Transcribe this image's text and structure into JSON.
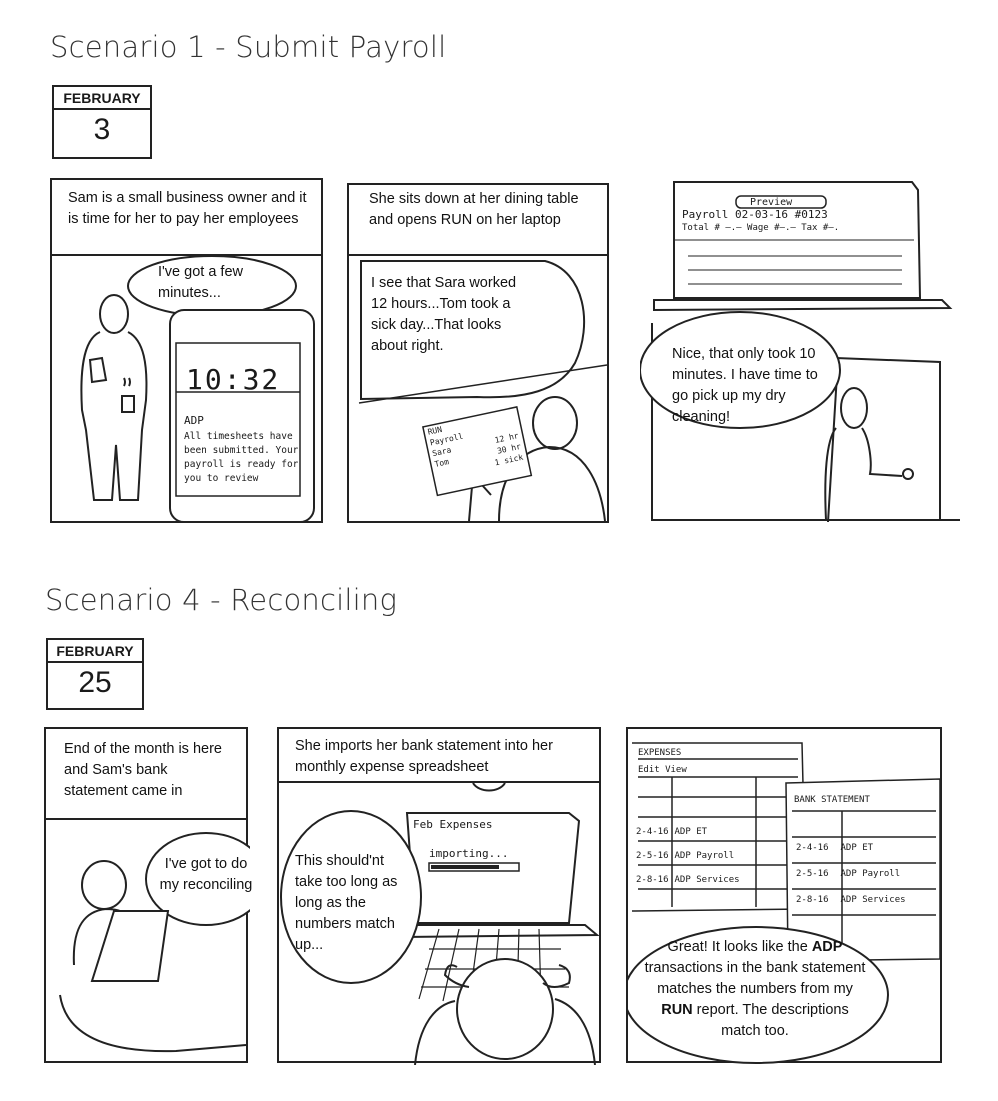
{
  "scenario1": {
    "title": "Scenario 1 - Submit Payroll",
    "calendar": {
      "month": "FEBRUARY",
      "day": "3"
    },
    "panel1": {
      "caption": "Sam is a small business owner and it is time for her to pay her employees",
      "bubble": "I've got a few minutes...",
      "phone": {
        "time": "10:32",
        "app": "ADP",
        "notification": "All timesheets have been submitted. Your payroll is ready for you to review"
      }
    },
    "panel2": {
      "caption": "She sits down at her dining table and opens RUN on her laptop",
      "bubble": "I see that Sara worked 12 hours...Tom took a sick day...That looks about right.",
      "paper": {
        "title": "RUN",
        "row1": "Payroll",
        "row2a": "Sara",
        "row2b": "12 hr",
        "row3a": "Tom",
        "row3b": "30 hr",
        "row4b": "1 sick"
      }
    },
    "panel3": {
      "bubble": "Nice, that only took 10 minutes. I have time to go pick up my dry cleaning!",
      "screen": {
        "button": "Preview",
        "line1": "Payroll 02-03-16 #0123",
        "line2": "Total # —.— Wage #—.— Tax #—."
      }
    }
  },
  "scenario4": {
    "title": "Scenario 4 - Reconciling",
    "calendar": {
      "month": "FEBRUARY",
      "day": "25"
    },
    "panel1": {
      "caption": "End of the month is here and Sam's bank statement came in",
      "bubble": "I've got to do my reconciling"
    },
    "panel2": {
      "caption": "She imports her bank statement into her monthly expense spreadsheet",
      "bubble": "This should'nt take too long as long as the numbers match up...",
      "screen": {
        "title": "Feb Expenses",
        "status": "importing..."
      }
    },
    "panel3": {
      "bubble_parts": [
        "Great! It looks like the ",
        "ADP",
        " transactions in the bank statement matches the numbers from my ",
        "RUN",
        " report. The descriptions match too."
      ],
      "expenses": {
        "title": "EXPENSES",
        "menu": "Edit  View",
        "rows": [
          {
            "date": "2-4-16",
            "desc": "ADP ET"
          },
          {
            "date": "2-5-16",
            "desc": "ADP Payroll"
          },
          {
            "date": "2-8-16",
            "desc": "ADP Services"
          }
        ]
      },
      "bank": {
        "title": "BANK STATEMENT",
        "rows": [
          {
            "date": "2-4-16",
            "desc": "ADP ET"
          },
          {
            "date": "2-5-16",
            "desc": "ADP Payroll"
          },
          {
            "date": "2-8-16",
            "desc": "ADP Services"
          }
        ]
      }
    }
  }
}
